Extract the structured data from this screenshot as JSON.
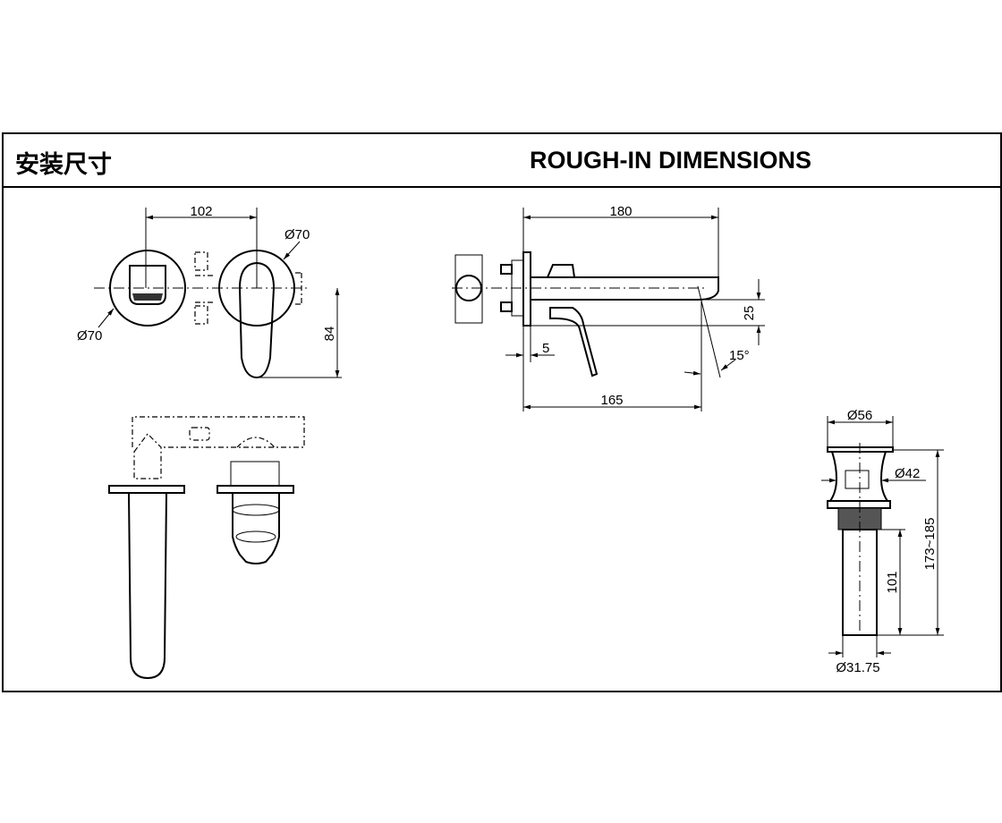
{
  "header": {
    "title_cn": "安装尺寸",
    "title_en": "ROUGH-IN DIMENSIONS"
  },
  "front_view": {
    "spacing": "102",
    "left_dia": "Ø70",
    "right_dia": "Ø70",
    "height": "84"
  },
  "side_view": {
    "length": "180",
    "plate": "5",
    "reach": "165",
    "spout_height": "25",
    "angle": "15°"
  },
  "drain": {
    "top_dia": "Ø56",
    "body_dia": "Ø42",
    "total_length": "173~185",
    "pipe_length": "101",
    "pipe_dia": "Ø31.75"
  }
}
